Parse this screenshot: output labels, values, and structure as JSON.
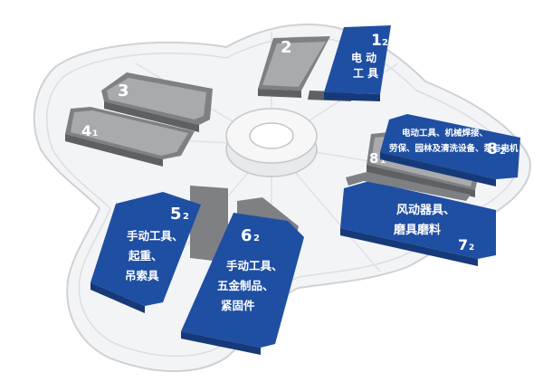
{
  "colors": {
    "blue_hall": "#1f4fa3",
    "gray_hall": "#a9aaad",
    "outline": "#d2d3d6",
    "platform": "#f1f2f4"
  },
  "halls": {
    "hall_1": {
      "number": "1",
      "sub": "2",
      "label_lines": [
        "电 动",
        "工 具"
      ]
    },
    "hall_2": {
      "number": "2"
    },
    "hall_3": {
      "number": "3"
    },
    "hall_4": {
      "number": "4",
      "sub": "1"
    },
    "hall_5": {
      "number": "5",
      "sub": "2",
      "label_lines": [
        "手动工具、",
        "起重、",
        "吊索具"
      ]
    },
    "hall_6": {
      "number": "6",
      "sub": "2",
      "label_lines": [
        "手动工具、",
        "五金制品、",
        "紧固件"
      ]
    },
    "hall_7": {
      "number": "7",
      "sub": "2",
      "label_lines": [
        "风动器具、",
        "磨具磨料"
      ]
    },
    "hall_8_1": {
      "number": "8",
      "sub": "1"
    },
    "hall_8_2": {
      "number": "8",
      "sub": "2",
      "label_lines": [
        "电动工具、机械焊接、",
        "劳保、园林及清洗设备、泵与电机"
      ]
    }
  }
}
